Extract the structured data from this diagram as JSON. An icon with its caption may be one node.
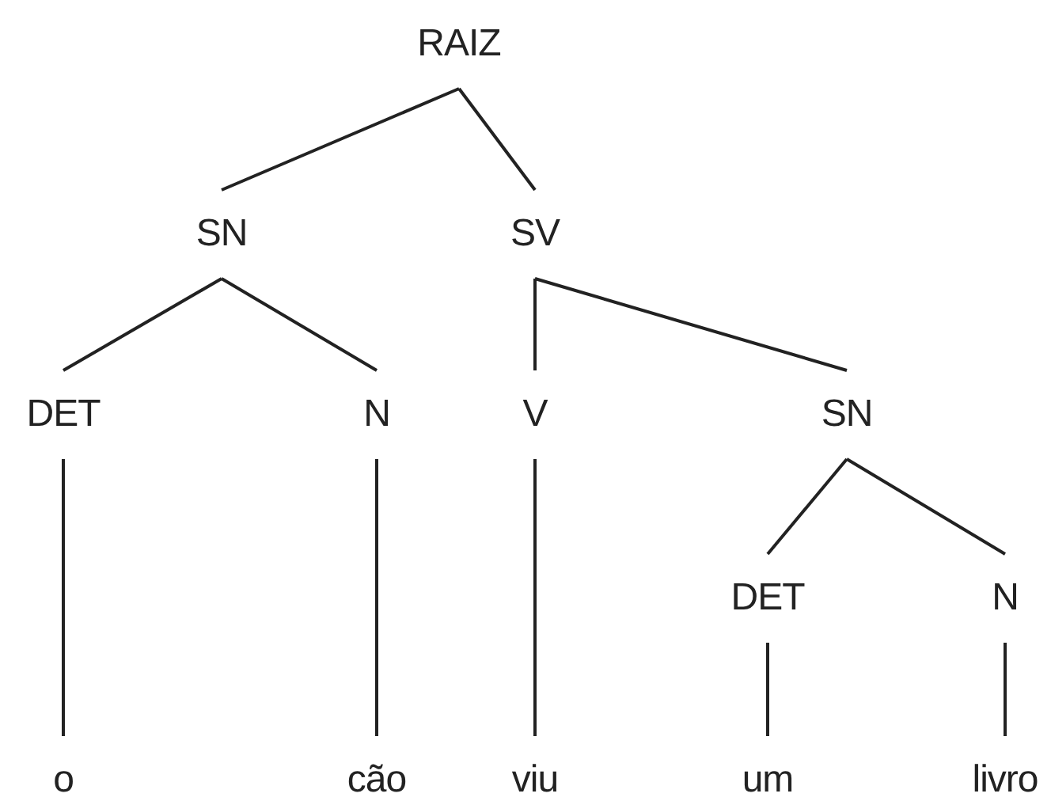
{
  "diagram": {
    "nodes": [
      {
        "text": [
          "RAIZ"
        ]
      },
      {
        "text": [
          "SN"
        ]
      },
      {
        "text": [
          "SV"
        ]
      },
      {
        "text": [
          "DET"
        ]
      },
      {
        "text": [
          "N"
        ]
      },
      {
        "text": [
          "V"
        ]
      },
      {
        "text": [
          "SN"
        ]
      },
      {
        "text": [
          "DET"
        ]
      },
      {
        "text": [
          "N"
        ]
      },
      {
        "text": [
          "o"
        ]
      },
      {
        "text": [
          "cão"
        ]
      },
      {
        "text": [
          "viu"
        ]
      },
      {
        "text": [
          "um"
        ]
      },
      {
        "text": [
          "livro"
        ]
      }
    ],
    "edges": [
      {
        "from": 0,
        "to": 1,
        "arrow": "none"
      },
      {
        "from": 0,
        "to": 2,
        "arrow": "none"
      },
      {
        "from": 1,
        "to": 3,
        "arrow": "none"
      },
      {
        "from": 1,
        "to": 4,
        "arrow": "none"
      },
      {
        "from": 2,
        "to": 5,
        "arrow": "none"
      },
      {
        "from": 2,
        "to": 6,
        "arrow": "none"
      },
      {
        "from": 3,
        "to": 9,
        "arrow": "none"
      },
      {
        "from": 4,
        "to": 10,
        "arrow": "none"
      },
      {
        "from": 5,
        "to": 11,
        "arrow": "none"
      },
      {
        "from": 6,
        "to": 7,
        "arrow": "none"
      },
      {
        "from": 6,
        "to": 8,
        "arrow": "none"
      },
      {
        "from": 7,
        "to": 12,
        "arrow": "none"
      },
      {
        "from": 8,
        "to": 13,
        "arrow": "none"
      }
    ]
  }
}
